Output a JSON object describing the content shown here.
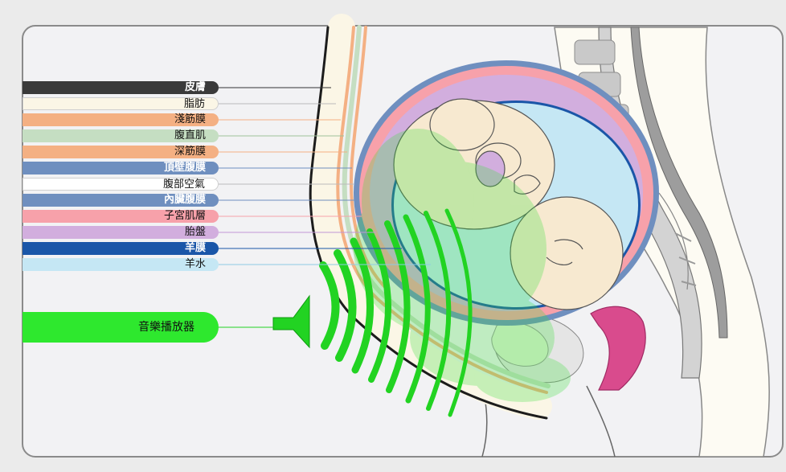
{
  "layers": [
    {
      "id": "skin",
      "label": "皮膚",
      "color": "#3a3a3a",
      "text_style": "dark"
    },
    {
      "id": "fat",
      "label": "脂肪",
      "color": "#fbf6e6",
      "text_style": "light"
    },
    {
      "id": "superficial_fascia",
      "label": "淺筋膜",
      "color": "#f4b083",
      "text_style": "light"
    },
    {
      "id": "rectus_abdominis",
      "label": "腹直肌",
      "color": "#c5dec2",
      "text_style": "light"
    },
    {
      "id": "deep_fascia",
      "label": "深筋膜",
      "color": "#f4b083",
      "text_style": "light"
    },
    {
      "id": "parietal_peritoneum",
      "label": "頂壁腹膜",
      "color": "#6f8fbf",
      "text_style": "dark"
    },
    {
      "id": "abdominal_air",
      "label": "腹部空氣",
      "color": "#ffffff",
      "text_style": "light"
    },
    {
      "id": "visceral_peritoneum",
      "label": "內臟腹膜",
      "color": "#6f8fbf",
      "text_style": "dark"
    },
    {
      "id": "uterine_muscle",
      "label": "子宮肌層",
      "color": "#f7a1aa",
      "text_style": "light"
    },
    {
      "id": "placenta",
      "label": "胎盤",
      "color": "#d2aede",
      "text_style": "light"
    },
    {
      "id": "amniotic_membrane",
      "label": "羊膜",
      "color": "#1a56a8",
      "text_style": "dark"
    },
    {
      "id": "amniotic_fluid",
      "label": "羊水",
      "color": "#c5e7f4",
      "text_style": "light"
    }
  ],
  "player": {
    "label": "音樂播放器",
    "color": "#2ee82e"
  },
  "colors": {
    "background": "#ebebeb",
    "panel": "#f2f2f4",
    "panel_border": "#8a8a8a",
    "sound_wave": "#22d322",
    "fetus_skin": "#f7e9d0",
    "spine": "#b9b9b9"
  }
}
